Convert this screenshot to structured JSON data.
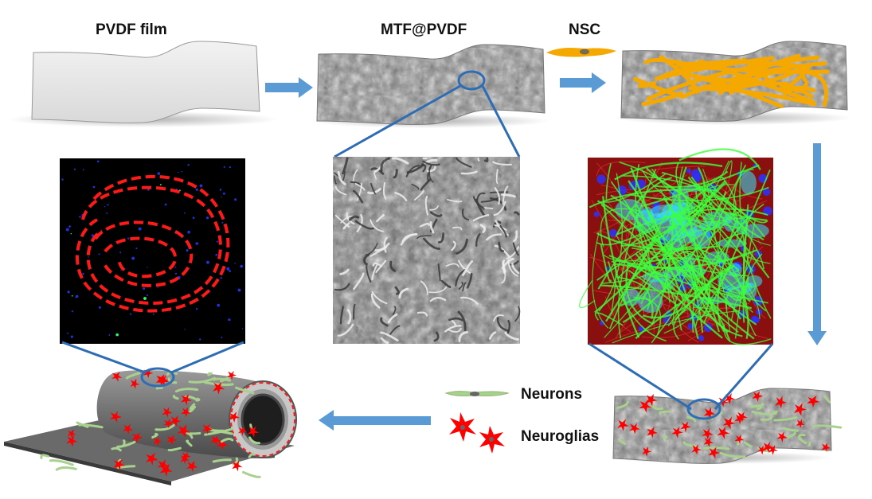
{
  "labels": {
    "pvdf_film": "PVDF film",
    "mtf_pvdf": "MTF@PVDF",
    "nsc": "NSC"
  },
  "legend": {
    "neurons": "Neurons",
    "neuroglias": "Neuroglias"
  },
  "colors": {
    "arrow": "#5b9bd5",
    "callout_line": "#2e6db4",
    "nsc_fiber": "#f5a800",
    "neuron": "#a9d18e",
    "neuroglia": "#ff0000",
    "dashed_path": "#ff1a1a",
    "fluor_green": "#3cff3c",
    "fluor_cyan": "#33e6ff",
    "fluor_red": "#c01818",
    "fluor_blue": "#2a33ff"
  }
}
